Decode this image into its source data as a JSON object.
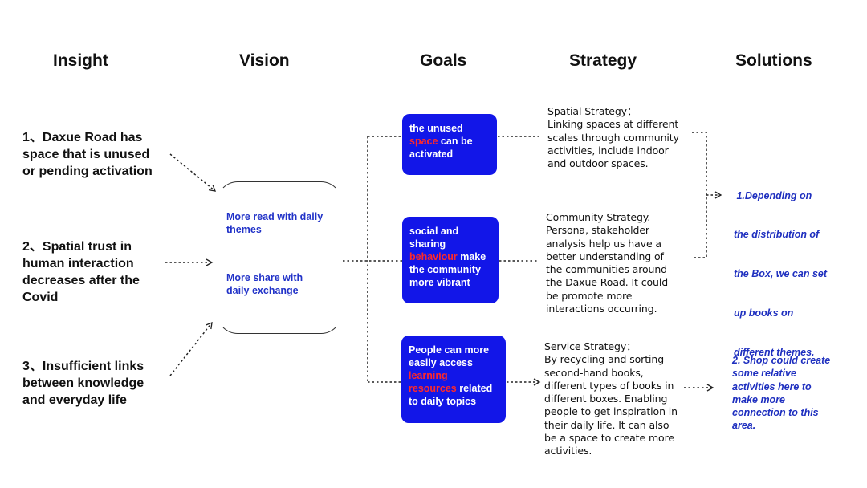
{
  "headers": {
    "insight": "Insight",
    "vision": "Vision",
    "goals": "Goals",
    "strategy": "Strategy",
    "solutions": "Solutions"
  },
  "insights": [
    {
      "line1": "1、Daxue Road has",
      "line2": "space that is unused",
      "line3": "or pending activation",
      "line4": ""
    },
    {
      "line1": "2、Spatial trust in",
      "line2": "human interaction",
      "line3": "decreases after the",
      "line4": "Covid"
    },
    {
      "line1": "3、Insufficient links",
      "line2": "between knowledge",
      "line3": "and everyday life",
      "line4": ""
    }
  ],
  "vision": {
    "item1_line1": "More read with daily",
    "item1_line2": "themes",
    "item2_line1": "More share with",
    "item2_line2": "daily exchange"
  },
  "goals": {
    "g1": {
      "a": "the unused",
      "hl": "space",
      "b": " can be",
      "c": "activated"
    },
    "g2": {
      "a": "social and",
      "b": "sharing",
      "hl": "behaviour",
      "c": " make",
      "d": "the community",
      "e": "more vibrant"
    },
    "g3": {
      "a": "People can more",
      "b": "easily access",
      "hl1": "learning",
      "hl2": "resources",
      "c": " related",
      "d": "to daily topics"
    }
  },
  "strategies": {
    "s1": [
      "Spatial Strategy：",
      "Linking spaces at different",
      "scales through community",
      "activities, include indoor",
      "and outdoor spaces."
    ],
    "s2": [
      "Community Strategy.",
      "Persona, stakeholder",
      "analysis help us have a",
      "better understanding of",
      "the communities around",
      "the Daxue Road. It could",
      "be promote more",
      "interactions occurring."
    ],
    "s3": [
      "Service Strategy：",
      "By recycling and sorting",
      "second-hand books,",
      "different types of books in",
      "different boxes. Enabling",
      "people to get inspiration in",
      "their daily life. It can also",
      "be a space to create more",
      "activities."
    ]
  },
  "solutions": {
    "sol1": [
      " 1.Depending on",
      "the distribution of",
      "the Box, we can set",
      "up books on",
      "different themes."
    ],
    "sol2": [
      "2. Shop could create",
      "some relative",
      "activities here to",
      "make more",
      "connection to this",
      "area."
    ]
  },
  "colors": {
    "goal_box": "#1216e8",
    "highlight": "#ff2a2a",
    "vision_text": "#2233c8",
    "solution_text": "#1e2fbf"
  }
}
